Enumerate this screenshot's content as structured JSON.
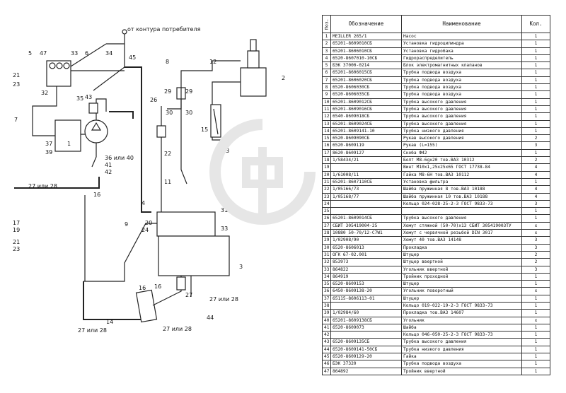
{
  "diagram": {
    "top_label": "от контура потребителя",
    "callouts": [
      "1",
      "2",
      "3",
      "4",
      "5",
      "6",
      "7",
      "8",
      "9",
      "11",
      "12",
      "13",
      "14",
      "15",
      "16",
      "17",
      "19",
      "21",
      "22",
      "23",
      "24",
      "26",
      "27",
      "29",
      "30",
      "31",
      "32",
      "33",
      "34",
      "35",
      "36 или 40",
      "37",
      "39",
      "41",
      "42",
      "43",
      "44",
      "45",
      "47",
      "27 или 28",
      "27 или 28",
      "27 или 28",
      "27 или 28",
      "16",
      "16",
      "20",
      "33",
      "21",
      "23",
      "29",
      "30"
    ]
  },
  "table": {
    "headers": {
      "pos": "Поз.",
      "code": "Обозначение",
      "name": "Наименование",
      "qty": "Кол."
    },
    "rows": [
      [
        "1",
        "MEILLER 265/1",
        "Насос",
        "1"
      ],
      [
        "2",
        "65201-8609010СБ",
        "Установка гидроцилиндра",
        "1"
      ],
      [
        "3",
        "65201-8606010СБ",
        "Установка гидробака",
        "1"
      ],
      [
        "4",
        "6520-8607010-10СБ",
        "Гидрораспределитель",
        "1"
      ],
      [
        "5",
        "БЭК 37000-0214",
        "Блок электромагнитных клапанов",
        "1"
      ],
      [
        "6",
        "65201-8606015СБ",
        "Трубка подвода воздуха",
        "1"
      ],
      [
        "7",
        "65201-8606020СБ",
        "Трубка подвода воздуха",
        "1"
      ],
      [
        "8",
        "6520-8606030СБ",
        "Трубка подвода воздуха",
        "1"
      ],
      [
        "9",
        "6520-8606035СБ",
        "Трубка подвода воздуха",
        "1"
      ],
      [
        "10",
        "65201-8609012СБ",
        "Трубка высокого давления",
        "1"
      ],
      [
        "11",
        "65201-8609016СБ",
        "Трубка высокого давления",
        "1"
      ],
      [
        "12",
        "6540-8609018СБ",
        "Трубка высокого давления",
        "1"
      ],
      [
        "13",
        "65201-8609024СБ",
        "Трубка высокого давления",
        "1"
      ],
      [
        "14",
        "65201-8609141-10",
        "Трубка низкого давления",
        "1"
      ],
      [
        "15",
        "6520-8609090СБ",
        "Рукав высокого давления",
        "2"
      ],
      [
        "16",
        "6520-8609119",
        "Рукав (L=155)",
        "3"
      ],
      [
        "17",
        "8620-8609127",
        "Скоба Ф42",
        "1"
      ],
      [
        "18",
        "1/58434/21",
        "Болт М8-6gх20 тов.ВАЗ 10312",
        "2"
      ],
      [
        "19",
        "",
        "Винт М10х1,25х25х65 ГОСТ 17738-84",
        "4"
      ],
      [
        "20",
        "1/61008/11",
        "Гайка М8-6Н тов.ВАЗ 10112",
        "4"
      ],
      [
        "21",
        "65201-8607110СБ",
        "Установка фильтра",
        "1"
      ],
      [
        "22",
        "1/05166/73",
        "Шайба пружинная 8 тов.ВАЗ 10188",
        "4"
      ],
      [
        "23",
        "1/05168/77",
        "Шайба пружинная 10 тов.ВАЗ 10188",
        "4"
      ],
      [
        "24",
        "",
        "Кольцо 024-028-25-2-3 ГОСТ 9833-73",
        "3"
      ],
      [
        "25",
        "",
        "",
        "1"
      ],
      [
        "26",
        "65201-8609014СБ",
        "Трубка высокого давления",
        "1"
      ],
      [
        "27",
        "СБИТ 305419004-25",
        "Хомут стяжной (50-70)х13 СБИТ 305419003ТУ",
        "х"
      ],
      [
        "28",
        "10880 50-70/12-C7W1",
        "Хомут с червячной резьбой DIN 3017",
        "х"
      ],
      [
        "29",
        "1/02908/90",
        "Хомут 40 тов.ВАЗ 14148",
        "3"
      ],
      [
        "30",
        "6520-8606013",
        "Прокладка",
        "3"
      ],
      [
        "31",
        "ОГК 67-02.001",
        "Штуцер",
        "2"
      ],
      [
        "32",
        "853973",
        "Штуцер ввертной",
        "2"
      ],
      [
        "33",
        "864822",
        "Угольник ввертной",
        "3"
      ],
      [
        "34",
        "864919",
        "Тройник проходной",
        "1"
      ],
      [
        "35",
        "6520-8609153",
        "Штуцер",
        "1"
      ],
      [
        "36",
        "6450-8609138-20",
        "Угольник поворотный",
        "х"
      ],
      [
        "37",
        "65115-8606113-01",
        "Штуцер",
        "1"
      ],
      [
        "38",
        "",
        "Кольцо 019-022-19-2-3 ГОСТ 9833-73",
        "1"
      ],
      [
        "39",
        "1/02984/60",
        "Прокладка тов.ВАЗ 14607",
        "1"
      ],
      [
        "40",
        "65201-8609138СБ",
        "Угольник",
        "х"
      ],
      [
        "41",
        "6520-8609073",
        "Шайба",
        "1"
      ],
      [
        "42",
        "",
        "Кольцо 046-050-25-2-3 ГОСТ 9833-73",
        "1"
      ],
      [
        "43",
        "6520-8609135СБ",
        "Трубка высокого давления",
        "1"
      ],
      [
        "44",
        "6520-8609141-50СБ",
        "Трубка низкого давления",
        "1"
      ],
      [
        "45",
        "6520-8609129-20",
        "Гайка",
        "1"
      ],
      [
        "46",
        "БЭК 37320",
        "Трубка подвода воздуха",
        "1"
      ],
      [
        "47",
        "864892",
        "Тройник ввертной",
        "1"
      ]
    ]
  }
}
